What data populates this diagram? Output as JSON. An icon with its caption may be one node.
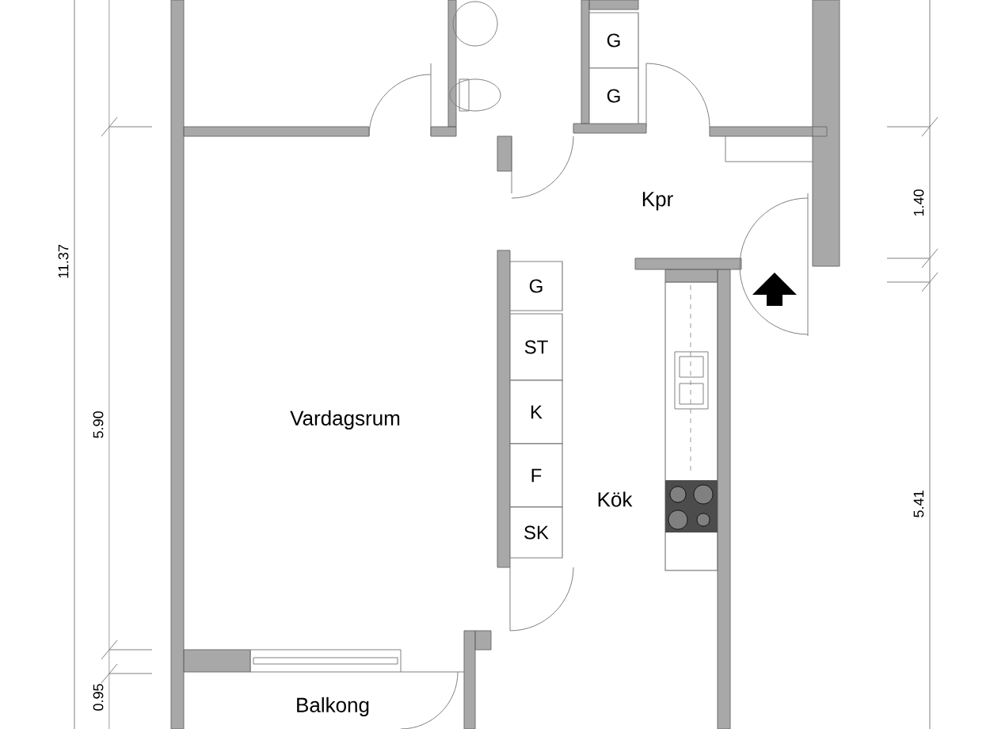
{
  "diagram": {
    "nodes": [
      {
        "text": [
          "G"
        ]
      },
      {
        "text": [
          "G"
        ]
      },
      {
        "text": [
          "G"
        ]
      },
      {
        "text": [
          "ST"
        ]
      },
      {
        "text": [
          "K"
        ]
      },
      {
        "text": [
          "F"
        ]
      },
      {
        "text": [
          "SK"
        ]
      }
    ],
    "labels": [
      "11.37",
      "5.90",
      "0.95",
      "1.40",
      "5.41",
      "Kpr",
      "Vardagsrum",
      "Kök",
      "Balkong"
    ]
  }
}
